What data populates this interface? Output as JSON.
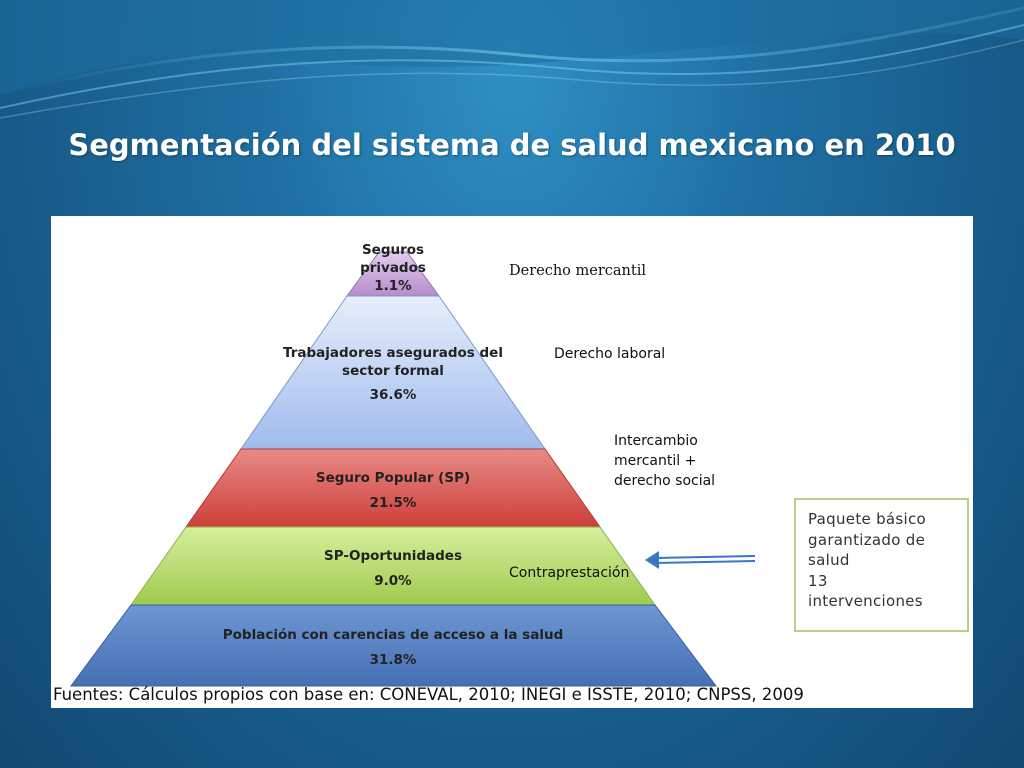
{
  "title": "Segmentación del sistema de salud mexicano en 2010",
  "colors": {
    "tier1": "#c9a6d8",
    "tier2": "#b8cdf2",
    "tier3": "#d9534f",
    "tier4": "#a8d05c",
    "tier5": "#4f7cc0",
    "box_border": "#b9d08a",
    "arrow": "#3a78c4"
  },
  "pyramid": {
    "tiers": [
      {
        "lines": [
          "Seguros",
          "privados",
          "1.1%"
        ]
      },
      {
        "lines": [
          "Trabajadores asegurados del",
          "sector formal",
          "36.6%"
        ]
      },
      {
        "lines": [
          "Seguro Popular (SP)",
          "21.5%"
        ]
      },
      {
        "lines": [
          "SP-Oportunidades",
          "9.0%"
        ]
      },
      {
        "lines": [
          "Población con carencias de acceso a la salud",
          "31.8%"
        ]
      }
    ]
  },
  "side_labels": {
    "mercantil": "Derecho mercantil",
    "laboral": "Derecho laboral",
    "intercambio": [
      "Intercambio",
      "mercantil +",
      "derecho social"
    ],
    "contraprestacion": "Contraprestación"
  },
  "paquete": {
    "lines": [
      "Paquete básico",
      "garantizado de",
      "salud",
      "13",
      "intervenciones"
    ]
  },
  "sources": "Fuentes: Cálculos propios con base en: CONEVAL, 2010; INEGI e ISSTE, 2010; CNPSS, 2009"
}
